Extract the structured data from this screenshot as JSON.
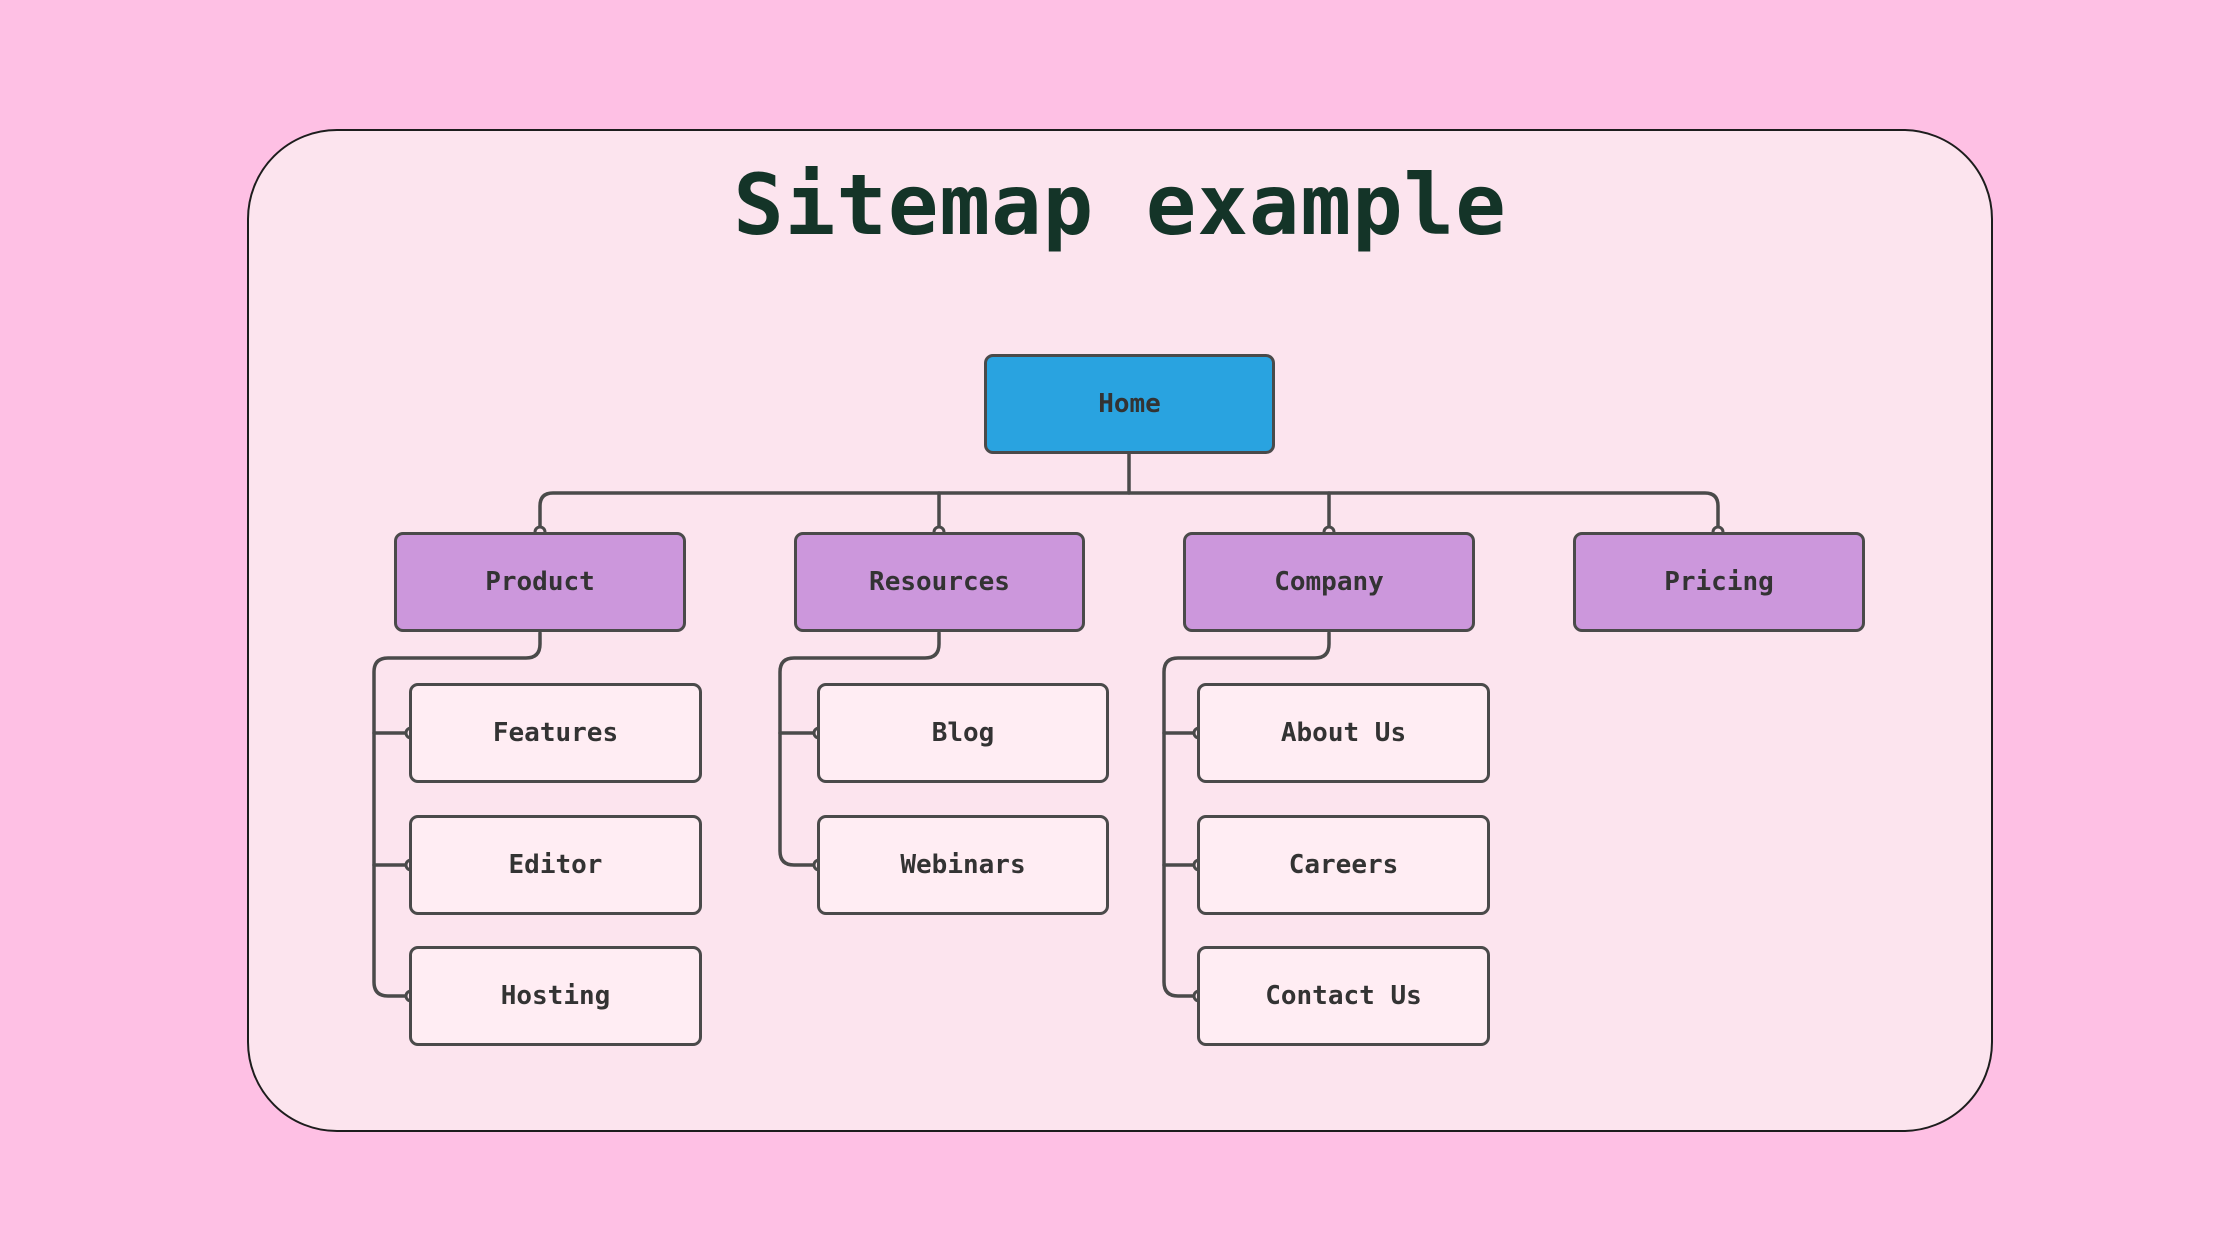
{
  "title": "Sitemap example",
  "colors": {
    "background": "#fec0e4",
    "card": "#fce4ee",
    "root": "#29a3e0",
    "section": "#cc97dc",
    "page": "#ffedf3",
    "line": "#4a4a4a"
  },
  "root": {
    "label": "Home"
  },
  "sections": [
    {
      "label": "Product",
      "pages": [
        "Features",
        "Editor",
        "Hosting"
      ]
    },
    {
      "label": "Resources",
      "pages": [
        "Blog",
        "Webinars"
      ]
    },
    {
      "label": "Company",
      "pages": [
        "About Us",
        "Careers",
        "Contact Us"
      ]
    },
    {
      "label": "Pricing",
      "pages": []
    }
  ]
}
